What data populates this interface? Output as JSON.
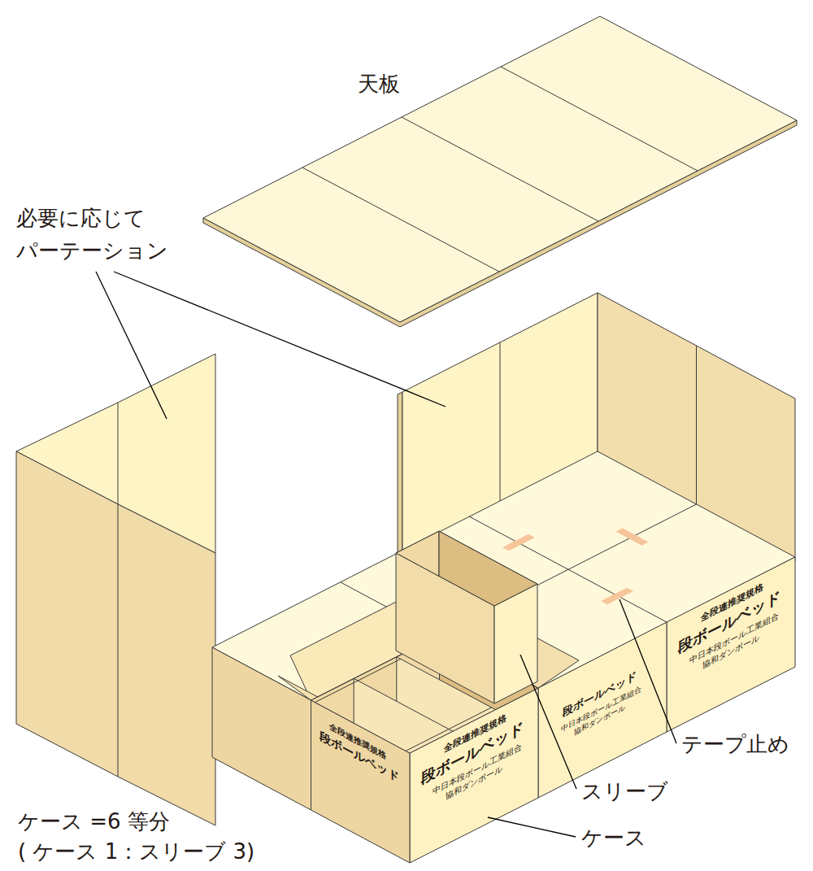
{
  "diagram": {
    "labels": [
      "天板",
      "必要に応じて パーテーション",
      "全段連推奨規格",
      "段ボールベッド",
      "中日本段ボール工業組合",
      "協和ダンボール",
      "段ボールベッド",
      "中日本段ボール工業組合",
      "協和ダンボール",
      "全段連推奨規格",
      "段ボールベッド",
      "全段連推奨規格",
      "段ボールベッド",
      "中日本段ボール工業組合",
      "協和ダンボール",
      "テープ止め",
      "スリーブ",
      "ケース",
      "ケース =6 等分",
      "( ケース 1：スリーブ 3)"
    ]
  }
}
